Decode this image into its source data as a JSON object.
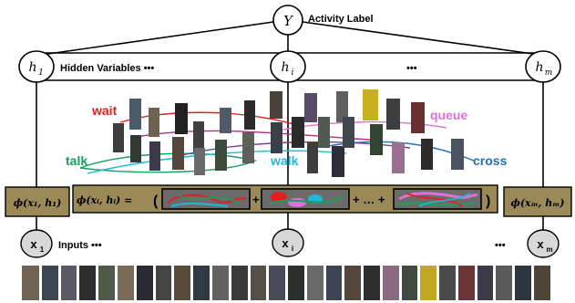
{
  "top_node": {
    "symbol": "Y",
    "caption": "Activity Label"
  },
  "hidden": {
    "caption": "Hidden Variables •••",
    "middle_dots": "•••",
    "nodes": [
      {
        "base": "h",
        "sub": "1"
      },
      {
        "base": "h",
        "sub": "i"
      },
      {
        "base": "h",
        "sub": "m"
      }
    ]
  },
  "activities": [
    {
      "label": "wait",
      "color": "#e02020"
    },
    {
      "label": "talk",
      "color": "#18a060"
    },
    {
      "label": "walk",
      "color": "#20b8d8"
    },
    {
      "label": "queue",
      "color": "#e070d8"
    },
    {
      "label": "cross",
      "color": "#2070c0"
    }
  ],
  "potentials": {
    "left": "ϕ(x₁, h₁)",
    "right": "ϕ(xₘ, hₘ)",
    "middle": {
      "lhs": "ϕ(xᵢ, hᵢ) =",
      "open": "(",
      "close": ")",
      "plus": "+",
      "ellipsis": "+ … +"
    }
  },
  "inputs": {
    "caption": "Inputs •••",
    "right_dots": "•••",
    "nodes": [
      {
        "base": "x",
        "sub": "1"
      },
      {
        "base": "x",
        "sub": "i"
      },
      {
        "base": "x",
        "sub": "m"
      }
    ]
  },
  "colors": {
    "potential_box": "#9b8a58",
    "input_node": "#d8d8d8",
    "line": "#000000"
  }
}
